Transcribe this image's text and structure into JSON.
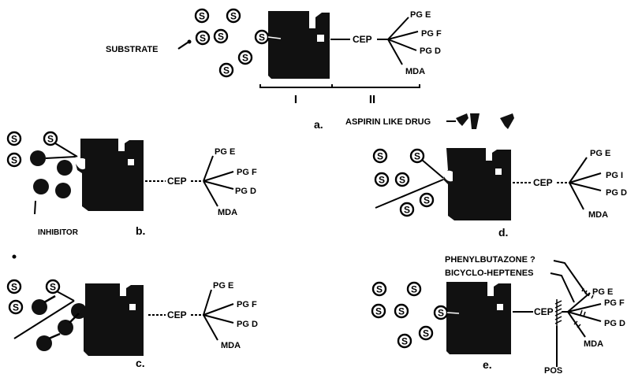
{
  "substrate_label": "S",
  "panel_a": {
    "caption": "a.",
    "substrate": "SUBSTRATE",
    "intermediate": "CEP",
    "products": [
      "PG E",
      "PG F",
      "PG D",
      "MDA"
    ],
    "region_labels": [
      "I",
      "II"
    ]
  },
  "panel_b": {
    "caption": "b.",
    "inhibitor": "INHIBITOR",
    "intermediate": "CEP",
    "products": [
      "PG E",
      "PG F",
      "PG D",
      "MDA"
    ]
  },
  "panel_c": {
    "caption": "c.",
    "intermediate": "CEP",
    "products": [
      "PG E",
      "PG F",
      "PG D",
      "MDA"
    ]
  },
  "panel_d": {
    "caption": "d.",
    "drug": "ASPIRIN LIKE DRUG",
    "intermediate": "CEP",
    "products": [
      "PG E",
      "PG I",
      "PG D",
      "MDA"
    ]
  },
  "panel_e": {
    "caption": "e.",
    "inhibitor_1": "PHENYLBUTAZONE ?",
    "inhibitor_2": "BICYCLO-HEPTENES",
    "intermediate": "CEP",
    "products": [
      "PG E",
      "PG F",
      "PG D",
      "MDA"
    ],
    "bottom_label": "POS"
  }
}
